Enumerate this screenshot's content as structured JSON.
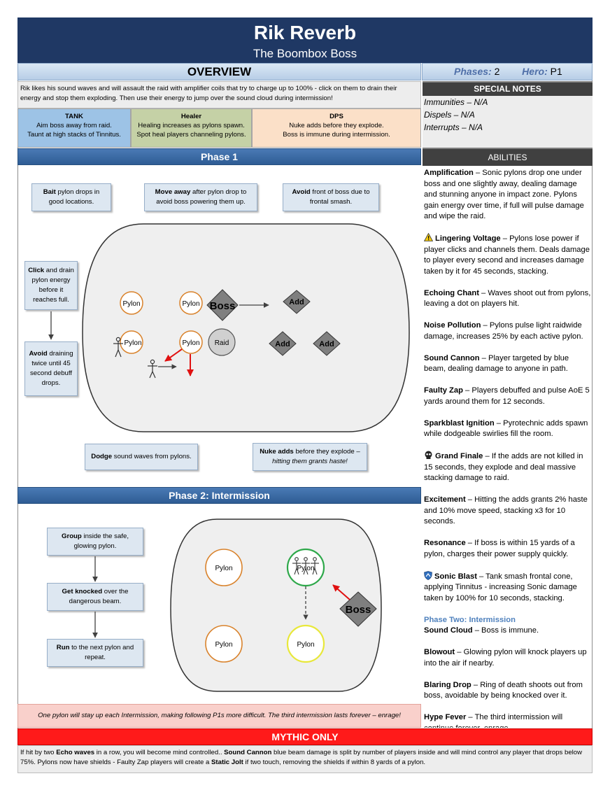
{
  "header": {
    "title": "Rik Reverb",
    "subtitle": "The Boombox Boss"
  },
  "overview": {
    "label": "OVERVIEW"
  },
  "meta": {
    "phases_label": "Phases:",
    "phases_value": "2",
    "hero_label": "Hero:",
    "hero_value": "P1"
  },
  "intro": "Rik likes his sound waves and will assault the raid with amplifier coils that try to charge up to 100% - click on them to drain their energy and stop them exploding.  Then use their energy to jump over the sound cloud during intermission!",
  "roles": {
    "tank": {
      "title": "TANK",
      "line1": "Aim boss away from raid.",
      "line2": "Taunt at high stacks of Tinnitus."
    },
    "healer": {
      "title": "Healer",
      "line1": "Healing increases as pylons spawn.",
      "line2": "Spot heal players channeling pylons."
    },
    "dps": {
      "title": "DPS",
      "line1": "Nuke adds before they explode.",
      "line2": "Boss is immune during intermission."
    }
  },
  "special_notes": {
    "title": "SPECIAL NOTES",
    "items": [
      "Immunities – N/A",
      "Dispels – N/A",
      "Interrupts – N/A"
    ]
  },
  "abilities": {
    "title": "ABILITIES",
    "items": [
      {
        "name": "Amplification",
        "text": " – Sonic pylons drop one under boss and one slightly away, dealing damage and stunning anyone in impact zone.  Pylons gain energy over time, if full will pulse damage and wipe the raid."
      },
      {
        "name": "Lingering Voltage",
        "text": " – Pylons lose power if player clicks and channels them. Deals damage to player every second and increases damage taken by it for 45 seconds, stacking.",
        "icon": "warning-icon"
      },
      {
        "name": "Echoing Chant",
        "text": " – Waves shoot out from pylons, leaving a dot on players hit."
      },
      {
        "name": "Noise Pollution",
        "text": " – Pylons pulse light raidwide damage, increases 25% by each active pylon."
      },
      {
        "name": "Sound Cannon",
        "text": " – Player targeted by blue beam, dealing damage to anyone in path."
      },
      {
        "name": "Faulty Zap",
        "text": " – Players debuffed and pulse AoE 5 yards around them for 12 seconds."
      },
      {
        "name": "Sparkblast Ignition",
        "text": " – Pyrotechnic adds spawn while dodgeable swirlies fill the room."
      },
      {
        "name": "Grand Finale",
        "text": " – If the adds are not killed in 15 seconds, they explode and deal massive stacking damage to raid.",
        "icon": "skull-icon"
      },
      {
        "name": "Excitement",
        "text": " – Hitting the adds grants 2% haste and 10% move speed, stacking x3 for 10 seconds."
      },
      {
        "name": "Resonance",
        "text": " – If boss is within 15 yards of a pylon, charges their power supply quickly."
      },
      {
        "name": "Sonic Blast",
        "text": " – Tank smash frontal cone, applying Tinnitus - increasing Sonic damage taken by 100% for 10 seconds, stacking.",
        "icon": "shield-icon"
      }
    ],
    "phase_two_label": "Phase Two: Intermission",
    "phase_two_items": [
      {
        "name": "Sound Cloud",
        "text": " – Boss is immune."
      },
      {
        "name": "Blowout",
        "text": " – Glowing pylon will knock players up into the air if nearby."
      },
      {
        "name": "Blaring Drop",
        "text": " – Ring of death shoots out from boss, avoidable by being knocked over it."
      },
      {
        "name": "Hype Fever",
        "text": " – The third intermission will continue forever, enrage."
      }
    ]
  },
  "phase1": {
    "title": "Phase 1",
    "callouts": {
      "bait": {
        "bold": "Bait",
        "rest": " pylon drops in good locations."
      },
      "move": {
        "bold": "Move away",
        "rest": " after pylon drop to avoid boss powering them up."
      },
      "avoid_front": {
        "bold": "Avoid",
        "rest": " front of boss due to frontal smash."
      },
      "click": {
        "bold": "Click",
        "rest": " and drain pylon energy before it reaches full."
      },
      "avoid_drain": {
        "bold": "Avoid",
        "rest": " draining twice until 45 second debuff drops."
      },
      "dodge": {
        "bold": "Dodge",
        "rest": " sound waves from pylons."
      },
      "nuke": {
        "bold": "Nuke adds",
        "rest": " before they explode –",
        "italic": "hitting them grants haste!"
      }
    },
    "labels": {
      "pylon": "Pylon",
      "boss": "Boss",
      "add": "Add",
      "raid": "Raid"
    }
  },
  "phase2": {
    "title": "Phase 2: Intermission",
    "steps": [
      {
        "bold": "Group",
        "rest": " inside the safe, glowing pylon."
      },
      {
        "bold": "Get knocked",
        "rest": " over the dangerous beam."
      },
      {
        "bold": "Run",
        "rest": " to the next pylon and repeat."
      }
    ],
    "labels": {
      "pylon": "Pylon",
      "boss": "Boss"
    }
  },
  "enrage_note": "One pylon will stay up each Intermission, making following P1s more difficult. The third intermission lasts forever – enrage!",
  "mythic": {
    "title": "MYTHIC ONLY",
    "parts": [
      {
        "t": "If hit by two "
      },
      {
        "b": "Echo waves"
      },
      {
        "t": " in a row, you will become mind controlled.. "
      },
      {
        "b": "Sound Cannon"
      },
      {
        "t": " blue beam damage is split by number of players inside and will mind control any player that drops below 75%. Pylons now have shields - Faulty Zap players will create a "
      },
      {
        "b": "Static Jolt"
      },
      {
        "t": " if two touch, removing the shields if within 8 yards of a pylon."
      }
    ]
  },
  "colors": {
    "header_bg": "#1f3864",
    "phase_bar": "#2e5c94",
    "mythic_red": "#ff1a1a",
    "pylon_orange": "#d9822b",
    "safe_pylon_yellow": "#e8e83a",
    "group_pylon_green": "#2ea84a",
    "arrow_red": "#e01010"
  }
}
